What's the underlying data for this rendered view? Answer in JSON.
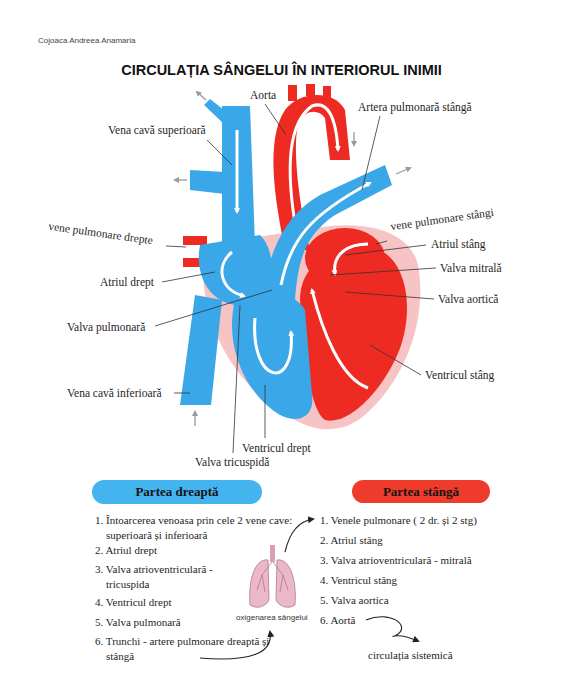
{
  "diagram": {
    "title": "CIRCULAȚIA SÂNGELUI ÎN INTERIORUL INIMII",
    "nodes": [
      {
        "text": [
          "Partea dreaptă"
        ]
      },
      {
        "text": [
          "Partea stângă"
        ]
      }
    ],
    "labels": [
      "Cojoaca Andreea Anamaria",
      "Vena cavă superioară",
      "Aorta",
      "Artera pulmonară stângă",
      "vene pulmonare drepte",
      "vene pulmonare stângi",
      "Atriul stâng",
      "Valva mitrală",
      "Atriul drept",
      "Valva aortică",
      "Valva pulmonară",
      "Ventricul stâng",
      "Vena cavă inferioară",
      "Ventricul drept",
      "Valva tricuspidă",
      "1. Întoarcerea venoasa prin cele 2 vene cave: superioară și inferioară",
      "2. Atriul drept",
      "3. Valva atrioventriculară - tricuspida",
      "4. Ventricul drept",
      "5. Valva pulmonară",
      "6. Trunchi - artere pulmonare dreaptă și stângă",
      "1. Venele pulmonare ( 2 dr. și 2 stg)",
      "2. Atriul stâng",
      "3. Valva atrioventriculară - mitrală",
      "4. Ventricul stâng",
      "5. Valva aortica",
      "6. Aortă",
      "oxigenarea sângelui",
      "circulația sistemică"
    ]
  }
}
